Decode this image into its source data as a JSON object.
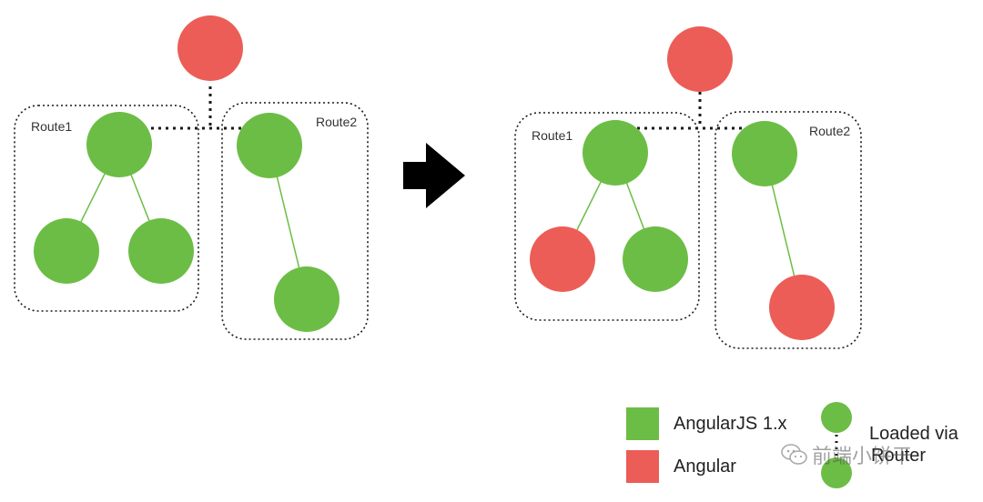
{
  "colors": {
    "angularjs": "#6cbd45",
    "angular": "#ec5d57",
    "arrow": "#000000",
    "dotted": "#1a1a1a"
  },
  "before": {
    "route1_label": "Route1",
    "route2_label": "Route2"
  },
  "after": {
    "route1_label": "Route1",
    "route2_label": "Route2"
  },
  "legend": {
    "angularjs_label": "AngularJS 1.x",
    "angular_label": "Angular",
    "loaded_via_label": "Loaded via",
    "router_label": "Router"
  },
  "watermark": {
    "icon": "wechat-icon",
    "text": "前端小饼干"
  }
}
